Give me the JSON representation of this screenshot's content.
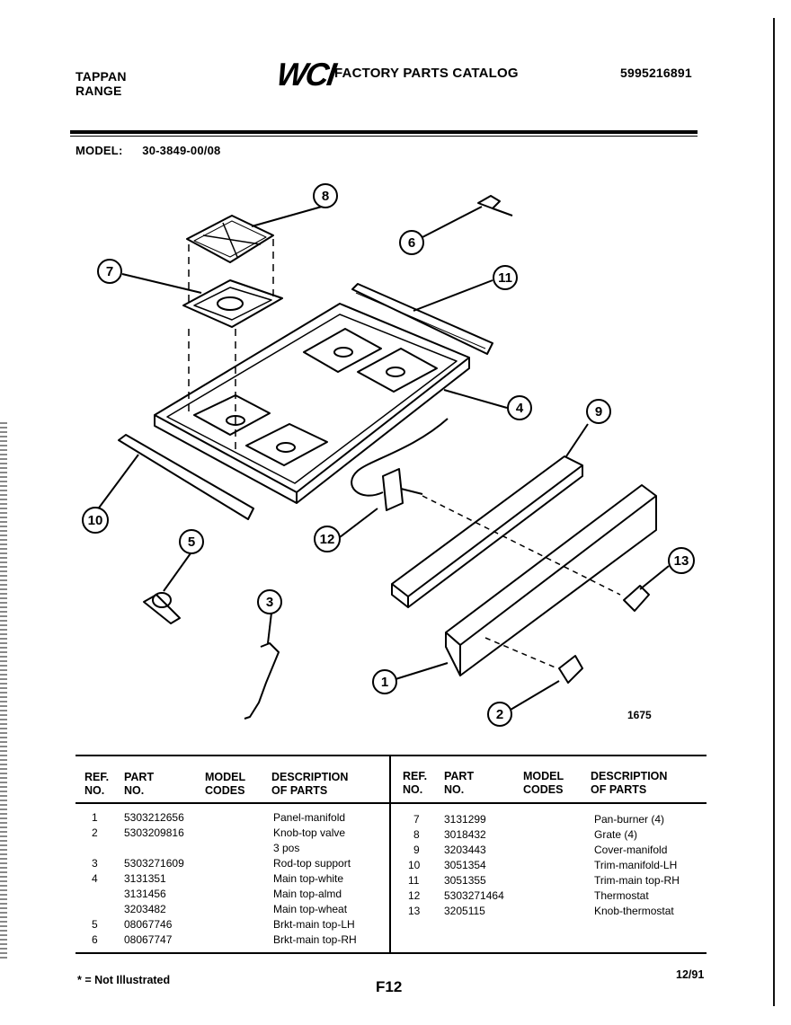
{
  "header": {
    "brand_line1": "TAPPAN",
    "brand_line2": "RANGE",
    "logo_text": "WCI",
    "catalog_title": "FACTORY PARTS CATALOG",
    "catalog_number": "5995216891",
    "model_label": "MODEL:",
    "model_value": "30-3849-00/08"
  },
  "diagram": {
    "callouts": [
      "1",
      "2",
      "3",
      "4",
      "5",
      "6",
      "7",
      "8",
      "9",
      "10",
      "11",
      "12",
      "13"
    ],
    "figure_number": "1675"
  },
  "table": {
    "left_headers": {
      "ref": [
        "REF.",
        "NO."
      ],
      "part": [
        "PART",
        "NO."
      ],
      "model": [
        "MODEL",
        "CODES"
      ],
      "desc": [
        "DESCRIPTION",
        "OF PARTS"
      ]
    },
    "right_headers": {
      "ref": [
        "REF.",
        "NO."
      ],
      "part": [
        "PART",
        "NO."
      ],
      "model": [
        "MODEL",
        "CODES"
      ],
      "desc": [
        "DESCRIPTION",
        "OF PARTS"
      ]
    },
    "left_rows": [
      {
        "ref": "1",
        "part": "5303212656",
        "desc": "Panel-manifold"
      },
      {
        "ref": "2",
        "part": "5303209816",
        "desc": "Knob-top valve"
      },
      {
        "ref": "",
        "part": "",
        "desc": "3 pos"
      },
      {
        "ref": "3",
        "part": "5303271609",
        "desc": "Rod-top support"
      },
      {
        "ref": "4",
        "part": "3131351",
        "desc": "Main top-white"
      },
      {
        "ref": "",
        "part": "3131456",
        "desc": "Main top-almd"
      },
      {
        "ref": "",
        "part": "3203482",
        "desc": "Main top-wheat"
      },
      {
        "ref": "5",
        "part": "08067746",
        "desc": "Brkt-main top-LH"
      },
      {
        "ref": "6",
        "part": "08067747",
        "desc": "Brkt-main top-RH"
      }
    ],
    "right_rows": [
      {
        "ref": "7",
        "part": "3131299",
        "desc": "Pan-burner (4)"
      },
      {
        "ref": "8",
        "part": "3018432",
        "desc": "Grate (4)"
      },
      {
        "ref": "9",
        "part": "3203443",
        "desc": "Cover-manifold"
      },
      {
        "ref": "10",
        "part": "3051354",
        "desc": "Trim-manifold-LH"
      },
      {
        "ref": "11",
        "part": "3051355",
        "desc": "Trim-main top-RH"
      },
      {
        "ref": "12",
        "part": "5303271464",
        "desc": "Thermostat"
      },
      {
        "ref": "13",
        "part": "3205115",
        "desc": "Knob-thermostat"
      }
    ]
  },
  "footer": {
    "note": "* = Not Illustrated",
    "page_code": "F12",
    "date": "12/91"
  }
}
